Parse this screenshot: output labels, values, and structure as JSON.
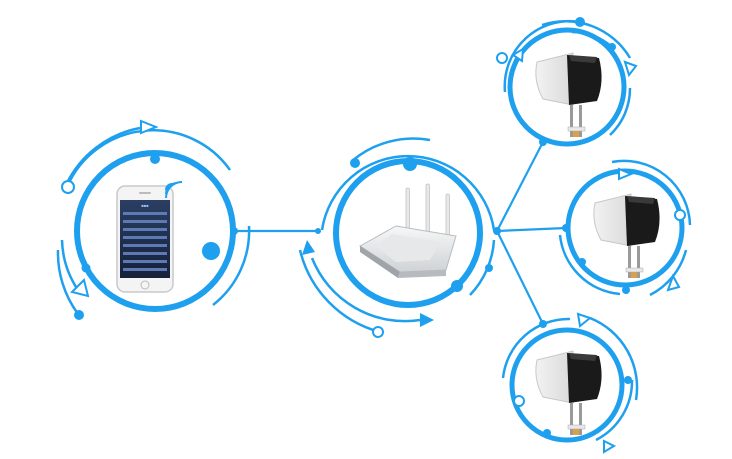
{
  "diagram": {
    "accent_color": "#1ea0ef",
    "nodes": [
      {
        "id": "phone",
        "icon": "smartphone-icon",
        "role": "controller"
      },
      {
        "id": "router",
        "icon": "wifi-router-icon",
        "role": "hub"
      },
      {
        "id": "valve-top",
        "icon": "valve-actuator-icon",
        "role": "device"
      },
      {
        "id": "valve-middle",
        "icon": "valve-actuator-icon",
        "role": "device"
      },
      {
        "id": "valve-bottom",
        "icon": "valve-actuator-icon",
        "role": "device"
      }
    ],
    "links": [
      [
        "phone",
        "router"
      ],
      [
        "router",
        "valve-top"
      ],
      [
        "router",
        "valve-middle"
      ],
      [
        "router",
        "valve-bottom"
      ]
    ],
    "phone_screen": {
      "title": "■■■",
      "rows": [
        "",
        "",
        "",
        "",
        "",
        ""
      ]
    }
  }
}
